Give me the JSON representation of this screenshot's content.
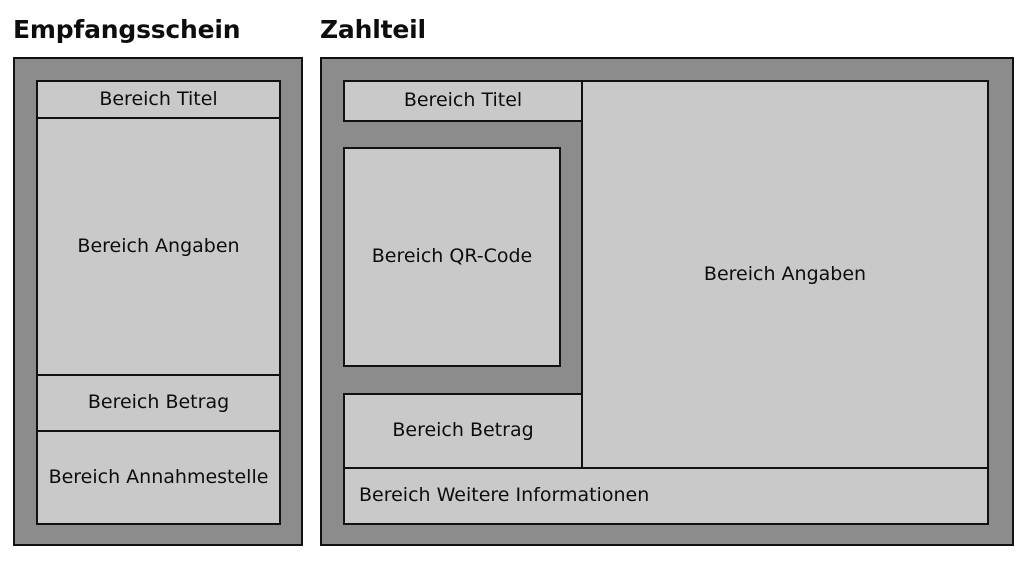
{
  "headings": {
    "empfangsschein": "Empfangsschein",
    "zahlteil": "Zahlteil"
  },
  "colors": {
    "page_background": "#ffffff",
    "panel_frame": "#8c8c8c",
    "box_fill": "#c9c9c9",
    "stroke": "#111111",
    "text": "#0d0d0d"
  },
  "empfangsschein": {
    "title": "Empfangsschein",
    "sections": [
      {
        "id": "titel",
        "label": "Bereich Titel"
      },
      {
        "id": "angaben",
        "label": "Bereich Angaben"
      },
      {
        "id": "betrag",
        "label": "Bereich Betrag"
      },
      {
        "id": "annahmestelle",
        "label": "Bereich Annahmestelle"
      }
    ]
  },
  "zahlteil": {
    "title": "Zahlteil",
    "sections": [
      {
        "id": "titel",
        "label": "Bereich Titel"
      },
      {
        "id": "qrcode",
        "label": "Bereich QR-Code"
      },
      {
        "id": "angaben",
        "label": "Bereich Angaben"
      },
      {
        "id": "betrag",
        "label": "Bereich Betrag"
      },
      {
        "id": "weitere_informationen",
        "label": "Bereich Weitere Informationen"
      }
    ]
  }
}
